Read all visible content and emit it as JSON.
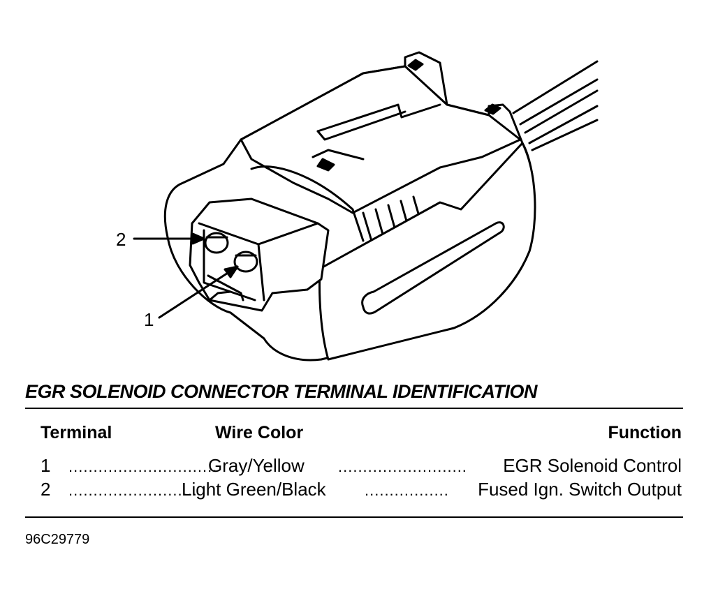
{
  "callouts": {
    "terminal_2": "2",
    "terminal_1": "1"
  },
  "table": {
    "title": "EGR SOLENOID CONNECTOR TERMINAL IDENTIFICATION",
    "headers": {
      "terminal": "Terminal",
      "wire_color": "Wire Color",
      "function": "Function"
    },
    "rows": [
      {
        "terminal": "1",
        "wire_color": "Gray/Yellow",
        "function": "EGR Solenoid Control"
      },
      {
        "terminal": "2",
        "wire_color": "Light Green/Black",
        "function": "Fused Ign. Switch Output"
      }
    ],
    "leaders": {
      "row1_a": "..............................",
      "row1_b": "..........................",
      "row2_a": "..........................",
      "row2_b": "................."
    }
  },
  "figure_id": "96C29779"
}
